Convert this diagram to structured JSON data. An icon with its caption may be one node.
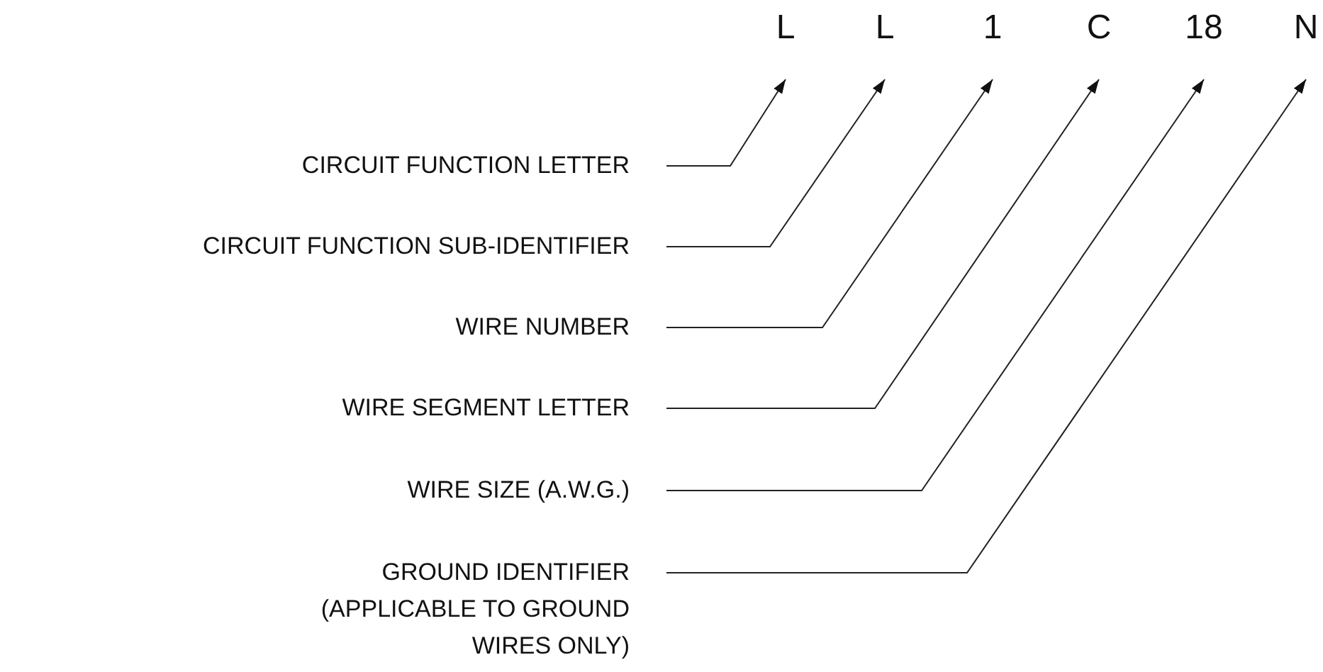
{
  "diagram": {
    "nodes": [
      {
        "text": [
          "L"
        ]
      },
      {
        "text": [
          "L"
        ]
      },
      {
        "text": [
          "1"
        ]
      },
      {
        "text": [
          "C"
        ]
      },
      {
        "text": [
          "18"
        ]
      },
      {
        "text": [
          "N"
        ]
      },
      {
        "text": [
          "CIRCUIT FUNCTION LETTER"
        ]
      },
      {
        "text": [
          "CIRCUIT FUNCTION SUB-IDENTIFIER"
        ]
      },
      {
        "text": [
          "WIRE NUMBER"
        ]
      },
      {
        "text": [
          "WIRE SEGMENT LETTER"
        ]
      },
      {
        "text": [
          "WIRE SIZE (A.W.G.)"
        ]
      },
      {
        "text": [
          "GROUND IDENTIFIER (APPLICABLE TO GROUND WIRES ONLY)"
        ]
      }
    ],
    "edges": [
      {
        "from": 6,
        "to": 0,
        "arrow": "to"
      },
      {
        "from": 7,
        "to": 1,
        "arrow": "to"
      },
      {
        "from": 8,
        "to": 2,
        "arrow": "to"
      },
      {
        "from": 9,
        "to": 3,
        "arrow": "to"
      },
      {
        "from": 10,
        "to": 4,
        "arrow": "to"
      },
      {
        "from": 11,
        "to": 5,
        "arrow": "to"
      }
    ]
  }
}
